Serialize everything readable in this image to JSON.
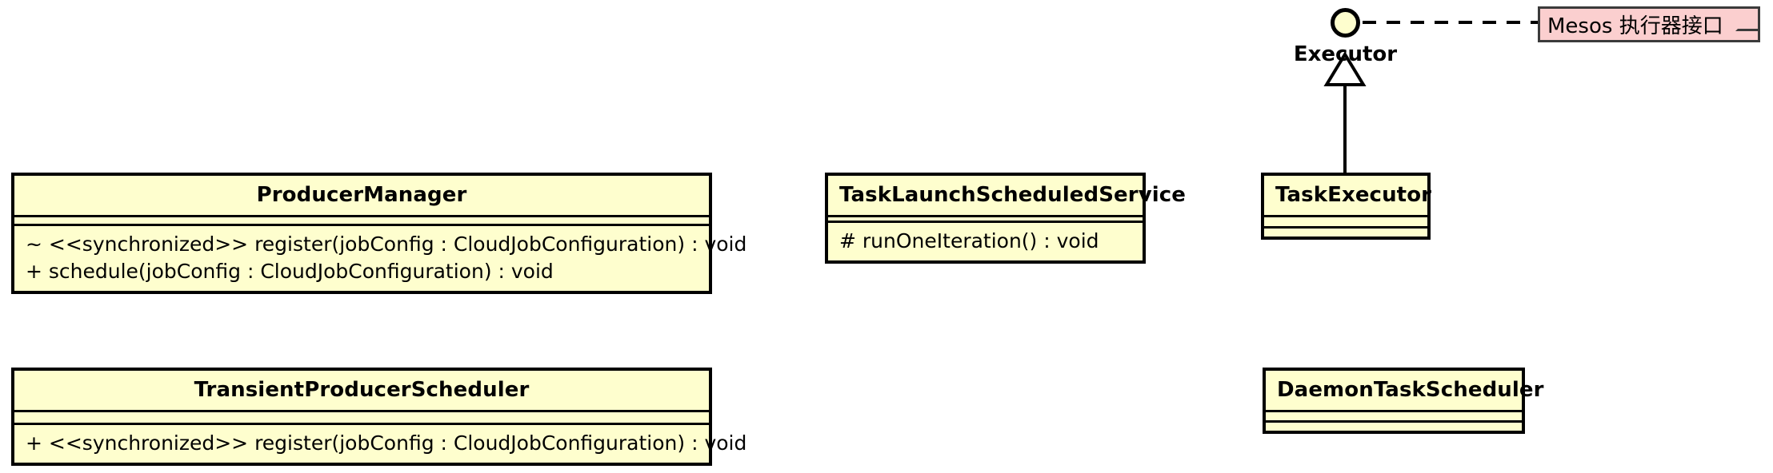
{
  "diagram": {
    "type": "uml-class-diagram",
    "background_color": "#FFFFFF",
    "class_fill_color": "#FEFECE",
    "class_border_color": "#000000",
    "note_fill_color": "#FBCFCF",
    "note_border_color": "#3B3B3B"
  },
  "interface": {
    "name": "Executor",
    "shape": "lollipop",
    "fill_color": "#FEFECE"
  },
  "note": {
    "text": "Mesos 执行器接口",
    "fill_color": "#FBCFCF"
  },
  "classes": [
    {
      "id": "producer-manager",
      "name": "ProducerManager",
      "attributes": [],
      "methods": [
        "~ <<synchronized>> register(jobConfig : CloudJobConfiguration) : void",
        "+ schedule(jobConfig : CloudJobConfiguration) : void"
      ]
    },
    {
      "id": "task-launch-scheduled-service",
      "name": "TaskLaunchScheduledService",
      "attributes": [],
      "methods": [
        "# runOneIteration() : void"
      ]
    },
    {
      "id": "task-executor",
      "name": "TaskExecutor",
      "attributes": [],
      "methods": []
    },
    {
      "id": "transient-producer-scheduler",
      "name": "TransientProducerScheduler",
      "attributes": [],
      "methods": [
        "+ <<synchronized>> register(jobConfig : CloudJobConfiguration) : void"
      ]
    },
    {
      "id": "daemon-task-scheduler",
      "name": "DaemonTaskScheduler",
      "attributes": [],
      "methods": []
    }
  ],
  "relations": [
    {
      "id": "executor-note-link",
      "type": "note-link",
      "style": "dashed",
      "from": "Executor",
      "to": "Mesos 执行器接口"
    },
    {
      "id": "taskexecutor-implements-executor",
      "type": "generalization",
      "style": "solid",
      "from": "TaskExecutor",
      "to": "Executor"
    }
  ]
}
